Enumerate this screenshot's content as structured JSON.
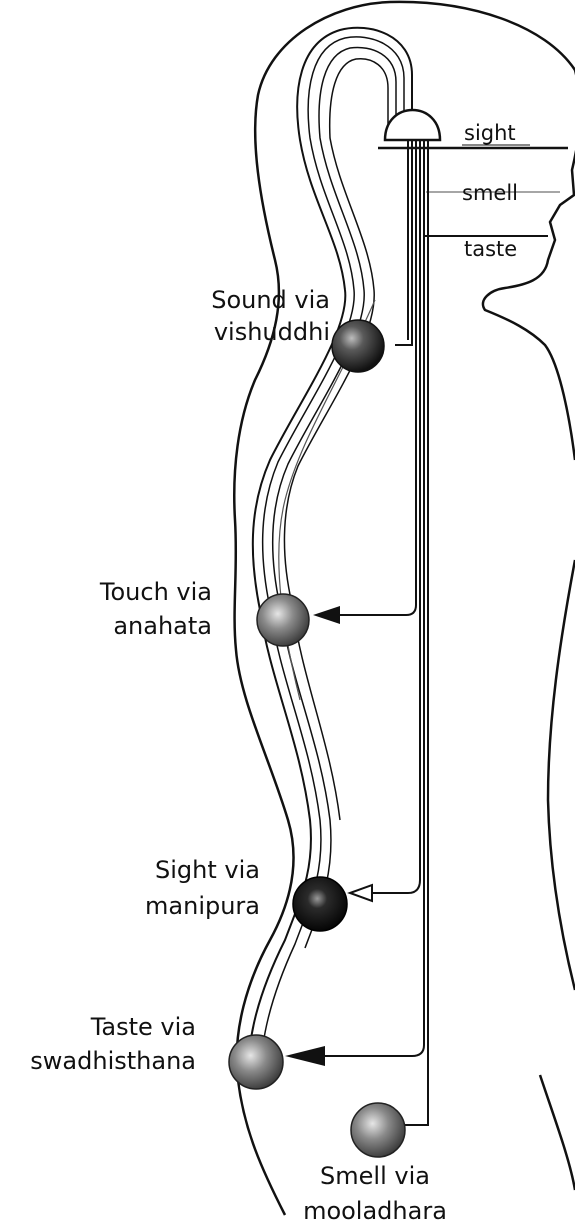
{
  "senses": {
    "sight": "sight",
    "smell": "smell",
    "taste": "taste"
  },
  "chakras": [
    {
      "line1": "Sound via",
      "line2": "vishuddhi"
    },
    {
      "line1": "Touch via",
      "line2": "anahata"
    },
    {
      "line1": "Sight via",
      "line2": "manipura"
    },
    {
      "line1": "Taste via",
      "line2": "swadhisthana"
    },
    {
      "line1": "Smell via",
      "line2": "mooladhara"
    }
  ]
}
